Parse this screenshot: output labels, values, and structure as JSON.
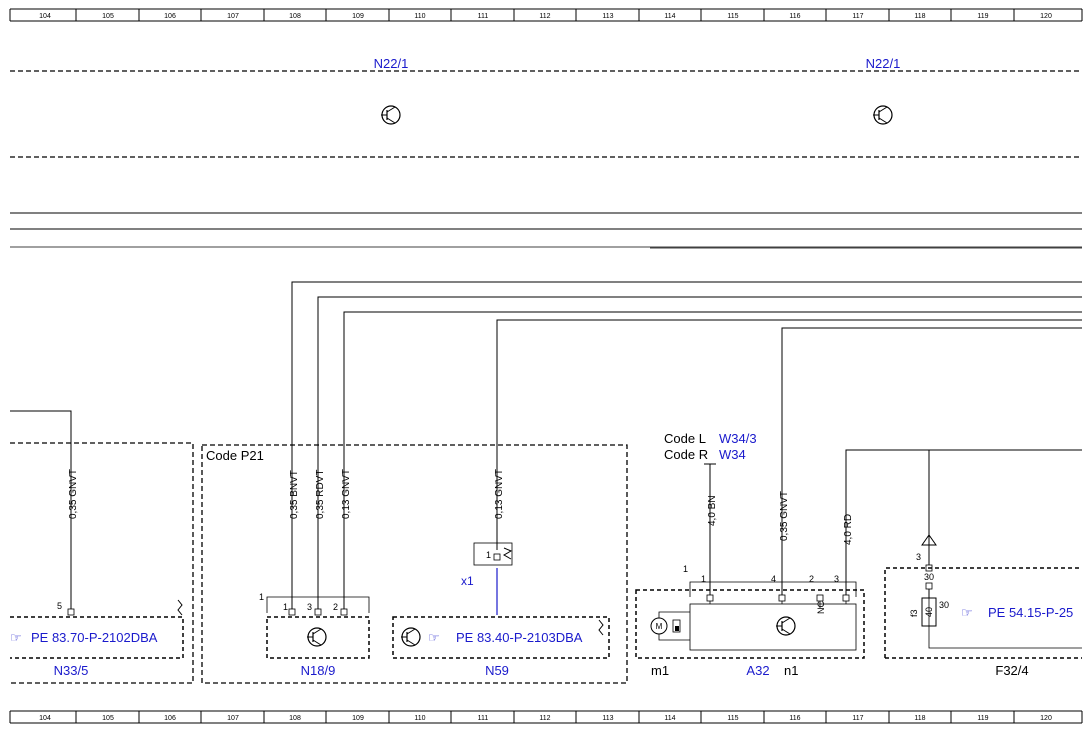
{
  "ruler": {
    "columns": [
      "104",
      "105",
      "106",
      "107",
      "108",
      "109",
      "110",
      "111",
      "112",
      "113",
      "114",
      "115",
      "116",
      "117",
      "118",
      "119",
      "120"
    ]
  },
  "top": {
    "n22_left": "N22/1",
    "n22_right": "N22/1"
  },
  "blocks": {
    "code_p21": "Code P21",
    "code_l": "Code L",
    "code_l_ref": "W34/3",
    "code_r": "Code R",
    "code_r_ref": "W34"
  },
  "wires": {
    "w_n33": "0,35 GNVT",
    "w_bnvt": "0,35 BNVT",
    "w_rdvt": "0,35 RDVT",
    "w_gnvt013": "0,13 GNVT",
    "w_n59": "0,13 GNVT",
    "w_bn": "4,0 BN",
    "w_gnvt_a32": "0,35 GNVT",
    "w_rd": "4,0 RD"
  },
  "pins": {
    "n33_5": "5",
    "n18_bus": "1",
    "n18_p1": "1",
    "n18_p3": "3",
    "n18_p2": "2",
    "n59_p1": "1",
    "a32_bus": "1",
    "a32_p1": "1",
    "a32_p4": "4",
    "a32_p2": "2",
    "a32_p3": "3",
    "a32_nc": "NC",
    "f32_3": "3",
    "f32_30a": "30",
    "f32_30b": "30",
    "f32_f3": "f3",
    "f32_40": "40"
  },
  "refs": {
    "n33_pe": "PE 83.70-P-2102DBA",
    "n59_pe": "PE 83.40-P-2103DBA",
    "f32_pe": "PE 54.15-P-25"
  },
  "components": {
    "n33": "N33/5",
    "n18": "N18/9",
    "n59": "N59",
    "x1": "x1",
    "a32": "A32",
    "m1": "m1",
    "n1": "n1",
    "f32": "F32/4"
  },
  "icons": {
    "hand": "☞",
    "motor": "M"
  }
}
